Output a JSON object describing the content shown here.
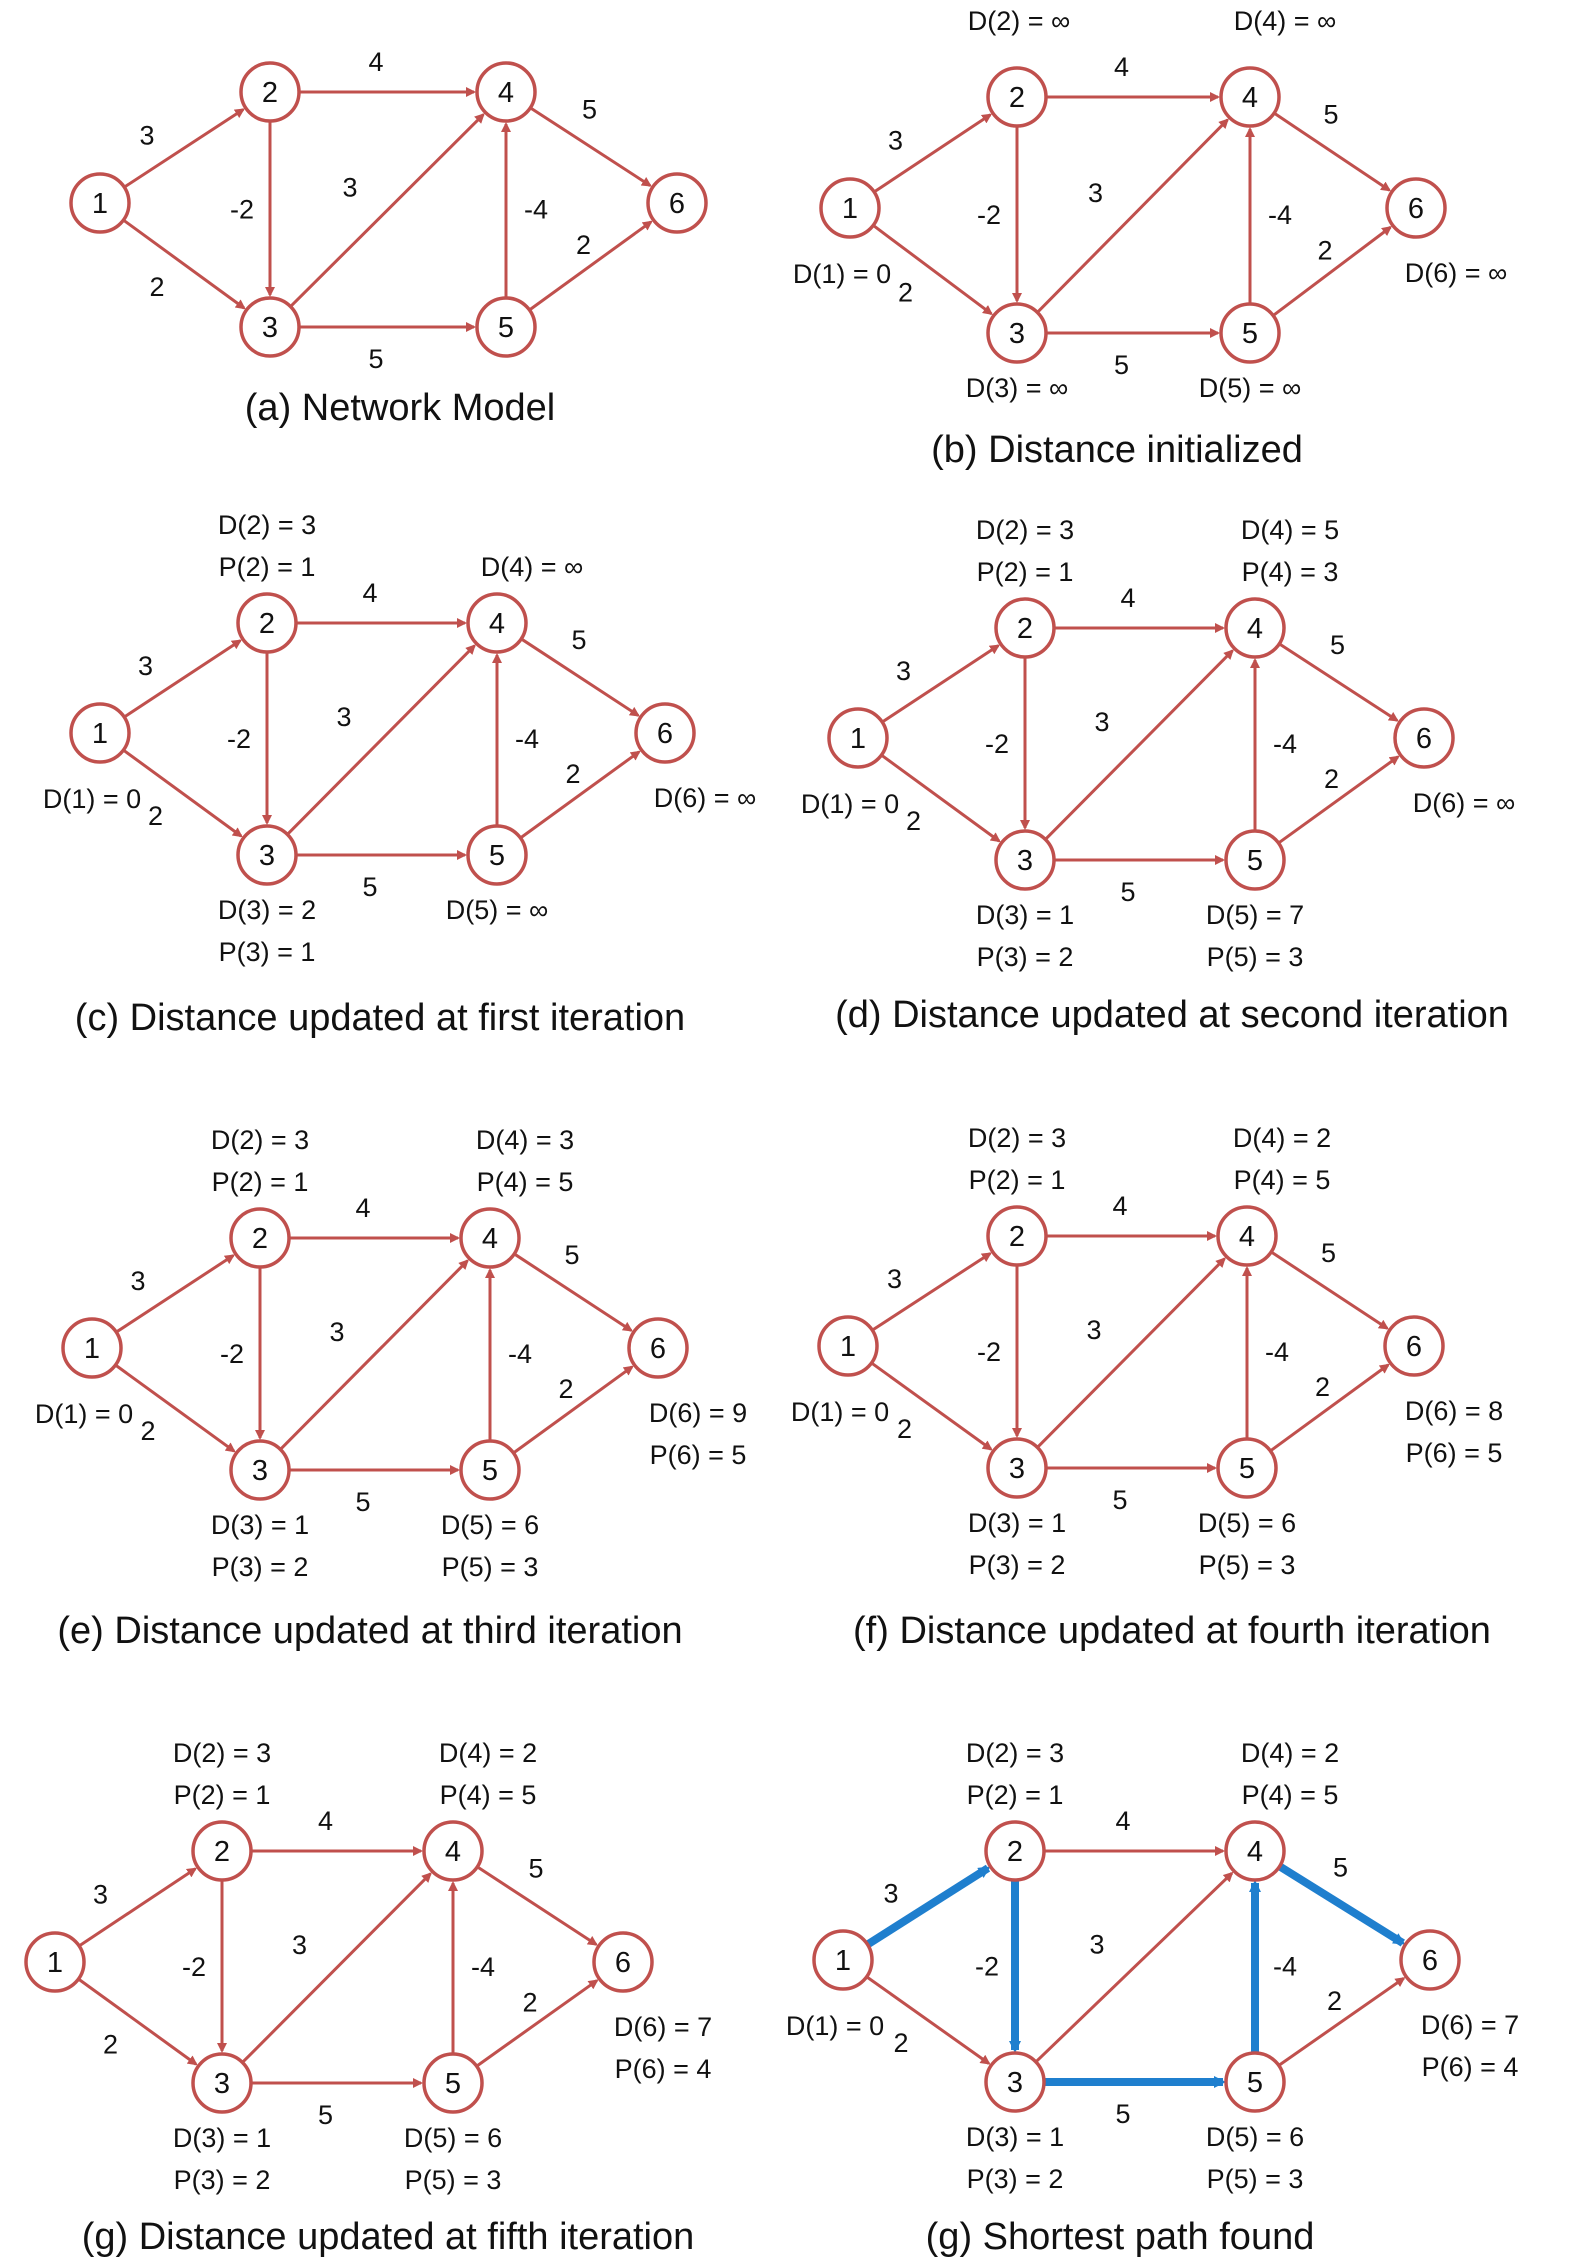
{
  "colors": {
    "edge": "#c0504d",
    "path": "#1f7fce",
    "node_fill": "#ffffff",
    "text": "#111111"
  },
  "nodes": [
    {
      "id": 1,
      "label": "1"
    },
    {
      "id": 2,
      "label": "2"
    },
    {
      "id": 3,
      "label": "3"
    },
    {
      "id": 4,
      "label": "4"
    },
    {
      "id": 5,
      "label": "5"
    },
    {
      "id": 6,
      "label": "6"
    }
  ],
  "edges": [
    {
      "from": 1,
      "to": 2,
      "weight": "3"
    },
    {
      "from": 1,
      "to": 3,
      "weight": "2"
    },
    {
      "from": 2,
      "to": 3,
      "weight": "-2"
    },
    {
      "from": 2,
      "to": 4,
      "weight": "4"
    },
    {
      "from": 3,
      "to": 4,
      "weight": "3"
    },
    {
      "from": 3,
      "to": 5,
      "weight": "5"
    },
    {
      "from": 5,
      "to": 4,
      "weight": "-4"
    },
    {
      "from": 4,
      "to": 6,
      "weight": "5"
    },
    {
      "from": 5,
      "to": 6,
      "weight": "2"
    }
  ],
  "panels": [
    {
      "key": "a",
      "caption": "(a) Network Model",
      "highlight": [],
      "labels": {}
    },
    {
      "key": "b",
      "caption": "(b) Distance initialized",
      "highlight": [],
      "labels": {
        "1": [
          "D(1) = 0"
        ],
        "2": [
          "D(2) = ∞"
        ],
        "3": [
          "D(3) = ∞"
        ],
        "4": [
          "D(4) = ∞"
        ],
        "5": [
          "D(5) = ∞"
        ],
        "6": [
          "D(6) = ∞"
        ]
      }
    },
    {
      "key": "c",
      "caption": "(c) Distance updated at first iteration",
      "highlight": [],
      "labels": {
        "1": [
          "D(1) = 0"
        ],
        "2": [
          "D(2) = 3",
          "P(2) = 1"
        ],
        "3": [
          "D(3) = 2",
          "P(3) = 1"
        ],
        "4": [
          "D(4) = ∞"
        ],
        "5": [
          "D(5) = ∞"
        ],
        "6": [
          "D(6) = ∞"
        ]
      }
    },
    {
      "key": "d",
      "caption": "(d) Distance updated at second iteration",
      "highlight": [],
      "labels": {
        "1": [
          "D(1) = 0"
        ],
        "2": [
          "D(2) = 3",
          "P(2) = 1"
        ],
        "3": [
          "D(3) = 1",
          "P(3) = 2"
        ],
        "4": [
          "D(4) = 5",
          "P(4) = 3"
        ],
        "5": [
          "D(5) = 7",
          "P(5) = 3"
        ],
        "6": [
          "D(6) = ∞"
        ]
      }
    },
    {
      "key": "e",
      "caption": "(e) Distance updated at third iteration",
      "highlight": [],
      "labels": {
        "1": [
          "D(1) = 0"
        ],
        "2": [
          "D(2) = 3",
          "P(2) = 1"
        ],
        "3": [
          "D(3) = 1",
          "P(3) = 2"
        ],
        "4": [
          "D(4) = 3",
          "P(4) = 5"
        ],
        "5": [
          "D(5) = 6",
          "P(5) = 3"
        ],
        "6": [
          "D(6) = 9",
          "P(6) = 5"
        ]
      }
    },
    {
      "key": "f",
      "caption": "(f) Distance updated at fourth iteration",
      "highlight": [],
      "labels": {
        "1": [
          "D(1) = 0"
        ],
        "2": [
          "D(2) = 3",
          "P(2) = 1"
        ],
        "3": [
          "D(3) = 1",
          "P(3) = 2"
        ],
        "4": [
          "D(4) = 2",
          "P(4) = 5"
        ],
        "5": [
          "D(5) = 6",
          "P(5) = 3"
        ],
        "6": [
          "D(6) = 8",
          "P(6) = 5"
        ]
      }
    },
    {
      "key": "g1",
      "caption": "(g) Distance updated at fifth iteration",
      "highlight": [],
      "labels": {
        "1": [],
        "2": [
          "D(2) = 3",
          "P(2) = 1"
        ],
        "3": [
          "D(3) = 1",
          "P(3) = 2"
        ],
        "4": [
          "D(4) = 2",
          "P(4) = 5"
        ],
        "5": [
          "D(5) = 6",
          "P(5) = 3"
        ],
        "6": [
          "D(6) = 7",
          "P(6) = 4"
        ]
      }
    },
    {
      "key": "g2",
      "caption": "(g) Shortest path found",
      "highlight": [
        "1-2",
        "2-3",
        "3-5",
        "5-4",
        "4-6"
      ],
      "labels": {
        "1": [
          "D(1) = 0"
        ],
        "2": [
          "D(2) = 3",
          "P(2) = 1"
        ],
        "3": [
          "D(3) = 1",
          "P(3) = 2"
        ],
        "4": [
          "D(4) = 2",
          "P(4) = 5"
        ],
        "5": [
          "D(5) = 6",
          "P(5) = 3"
        ],
        "6": [
          "D(6) = 7",
          "P(6) = 4"
        ]
      }
    }
  ]
}
